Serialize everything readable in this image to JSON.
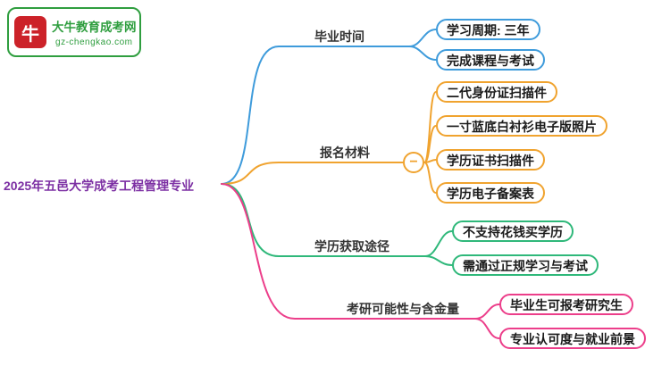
{
  "logo": {
    "icon_text": "牛",
    "title": "大牛教育成考网",
    "subtitle": "gz-chengkao.com"
  },
  "root": {
    "label": "2025年五邑大学成考工程管理专业"
  },
  "branches": [
    {
      "label": "毕业时间",
      "color": "#3e9bdb",
      "children": [
        {
          "label": "学习周期: 三年"
        },
        {
          "label": "完成课程与考试"
        }
      ]
    },
    {
      "label": "报名材料",
      "color": "#f0a32f",
      "collapse_symbol": "−",
      "children": [
        {
          "label": "二代身份证扫描件"
        },
        {
          "label": "一寸蓝底白衬衫电子版照片"
        },
        {
          "label": "学历证书扫描件"
        },
        {
          "label": "学历电子备案表"
        }
      ]
    },
    {
      "label": "学历获取途径",
      "color": "#2fb87a",
      "children": [
        {
          "label": "不支持花钱买学历"
        },
        {
          "label": "需通过正规学习与考试"
        }
      ]
    },
    {
      "label": "考研可能性与含金量",
      "color": "#ec3e8a",
      "children": [
        {
          "label": "毕业生可报考研究生"
        },
        {
          "label": "专业认可度与就业前景"
        }
      ]
    }
  ],
  "palette": {
    "root_text": "#7c2fa3",
    "branch_blue": "#3e9bdb",
    "branch_orange": "#f0a32f",
    "branch_green": "#2fb87a",
    "branch_pink": "#ec3e8a",
    "logo_green": "#2f9e3f",
    "logo_red": "#cc2229",
    "background": "#ffffff"
  }
}
